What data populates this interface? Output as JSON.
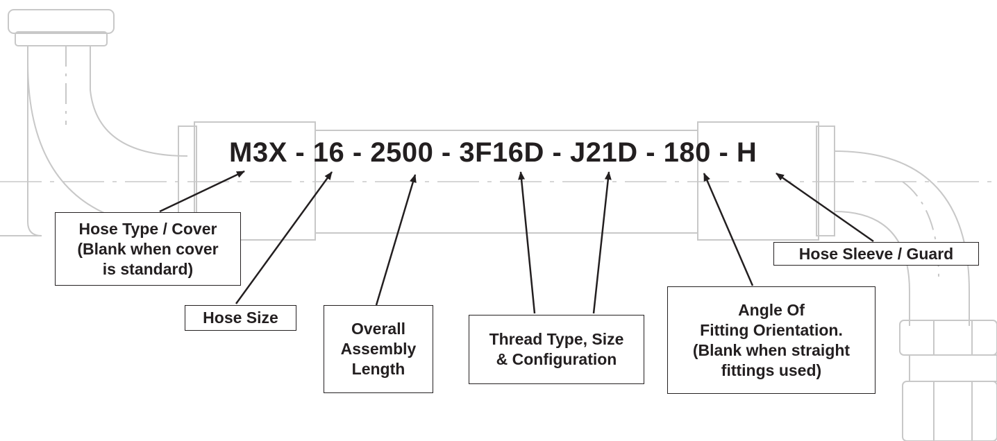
{
  "part_number": {
    "full_text": "M3X - 16 - 2500 - 3F16D - J21D - 180 - H",
    "segments": [
      "M3X",
      "16",
      "2500",
      "3F16D",
      "J21D",
      "180",
      "H"
    ]
  },
  "labels": {
    "hose_type": "Hose Type / Cover\n(Blank when cover\nis standard)",
    "hose_size": "Hose Size",
    "overall_length": "Overall\nAssembly\nLength",
    "thread_type": "Thread Type, Size\n& Configuration",
    "angle": "Angle Of\nFitting Orientation.\n(Blank when straight\nfittings used)",
    "sleeve": "Hose Sleeve / Guard"
  },
  "colors": {
    "text": "#231f20",
    "line": "#231f20",
    "background_drawing": "#c8c8c8"
  }
}
